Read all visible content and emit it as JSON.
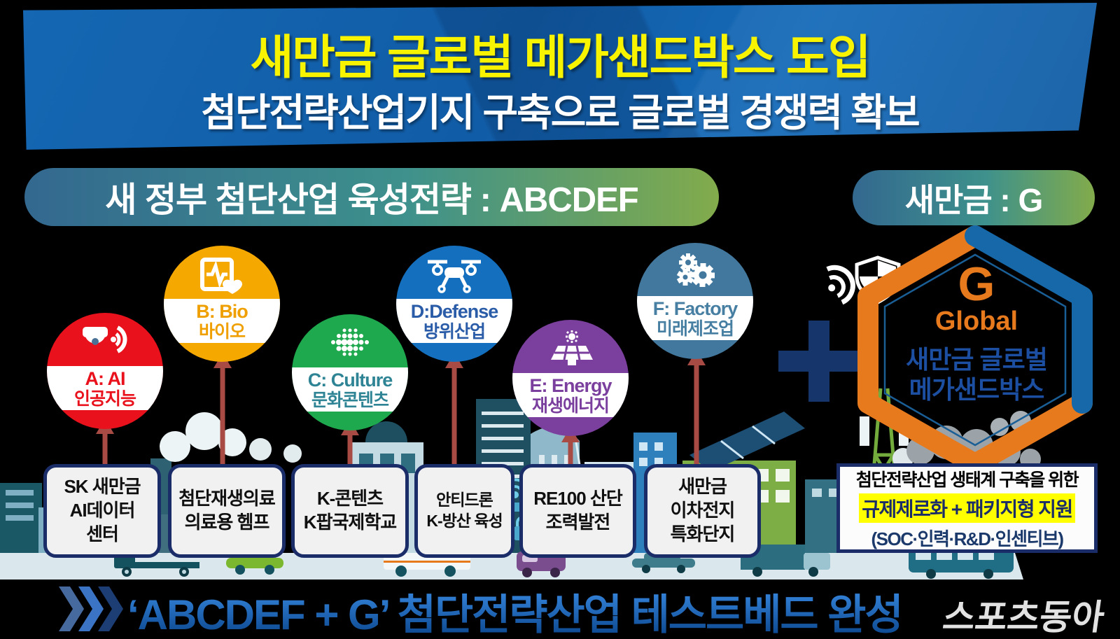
{
  "header": {
    "title": "새만금 글로벌 메가샌드박스 도입",
    "subtitle": "첨단전략산업기지 구축으로 글로벌 경쟁력 확보"
  },
  "pills": {
    "left": "새 정부 첨단산업 육성전략 : ABCDEF",
    "right": "새만금 : G"
  },
  "circles": [
    {
      "label": "A: AI",
      "korean": "인공지능",
      "color": "#E8111C",
      "icon": "cctv-camera-icon"
    },
    {
      "label": "B: Bio",
      "korean": "바이오",
      "color": "#F5A800",
      "icon": "medical-monitor-heart-icon"
    },
    {
      "label": "C: Culture",
      "korean": "문화콘텐츠",
      "color": "#1FA94E",
      "icon": "dotted-globe-icon"
    },
    {
      "label": "D:Defense",
      "korean": "방위산업",
      "color": "#1470BE",
      "icon": "drone-icon"
    },
    {
      "label": "E: Energy",
      "korean": "재생에너지",
      "color": "#7B3F9E",
      "icon": "solar-panel-sun-icon"
    },
    {
      "label": "F: Factory",
      "korean": "미래제조업",
      "color": "#42789E",
      "icon": "gears-icon"
    }
  ],
  "hexagon": {
    "letter": "G",
    "english": "Global",
    "korean": "새만금 글로벌\n메가샌드박스",
    "ring_orange": "#E87A1E",
    "ring_blue": "#1668A8"
  },
  "project_boxes": [
    {
      "text": "SK 새만금\nAI데이터\n센터"
    },
    {
      "text": "첨단재생의료\n의료용 헴프"
    },
    {
      "text": "K-콘텐츠\nK팝국제학교"
    },
    {
      "text": "안티드론\nK-방산 육성"
    },
    {
      "text": "RE100 산단\n조력발전"
    },
    {
      "text": "새만금\n이차전지\n특화단지"
    }
  ],
  "info_box": {
    "line1": "첨단전략산업 생태계 구축을 위한",
    "line2": "규제제로화 + 패키지형 지원",
    "line3": "(SOC·인력·R&D·인센티브)",
    "highlight_color": "#FFFF00"
  },
  "footer": {
    "headline": "‘ABCDEF + G’ 첨단전략산업 테스트베드 완성",
    "watermark": "스포츠동아"
  },
  "icons": {
    "network_shield": "wifi-shield-icon",
    "plus": "plus-icon",
    "footer_chevrons": "triple-chevron-icon",
    "background": "cityscape-illustration"
  },
  "colors": {
    "header_bg": "#1565AF",
    "title_yellow": "#F8F400",
    "pill_gradient_start": "#33688F",
    "pill_gradient_end": "#82AB4B",
    "arrow_red": "#A84B45",
    "box_border_navy": "#1B2D69",
    "footer_blue": "#1E6BBE",
    "plus_navy": "#16356B"
  }
}
